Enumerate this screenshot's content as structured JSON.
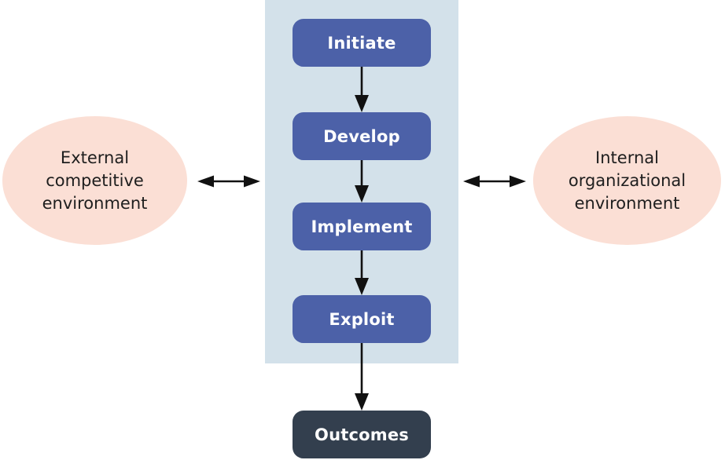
{
  "diagram": {
    "steps": [
      {
        "id": "initiate",
        "label": "Initiate"
      },
      {
        "id": "develop",
        "label": "Develop"
      },
      {
        "id": "implement",
        "label": "Implement"
      },
      {
        "id": "exploit",
        "label": "Exploit"
      }
    ],
    "outcome": {
      "label": "Outcomes"
    },
    "environments": {
      "left": {
        "lines": [
          "External",
          "competitive",
          "environment"
        ]
      },
      "right": {
        "lines": [
          "Internal",
          "organizational",
          "environment"
        ]
      }
    },
    "colors": {
      "band": "#d3e1ea",
      "step_box": "#4c61a8",
      "outcome_box": "#333f4e",
      "ellipse": "#fbdfd5",
      "arrow": "#111111",
      "step_text": "#ffffff",
      "ellipse_text": "#1e1e1e"
    }
  }
}
